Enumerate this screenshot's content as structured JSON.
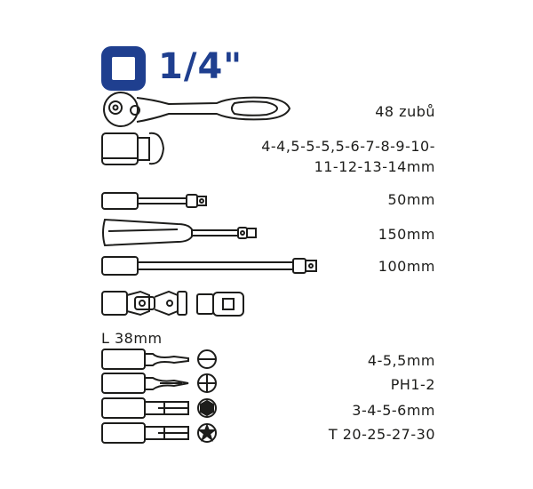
{
  "header": {
    "title": "1/4\"",
    "accent_color": "#1f3f8f"
  },
  "tools": [
    {
      "icon": "ratchet-icon",
      "spec": "48 zubů"
    },
    {
      "icon": "socket-icon",
      "spec_line1": "4-4,5-5-5,5-6-7-8-9-10-",
      "spec_line2": "11-12-13-14mm"
    },
    {
      "icon": "short-extension-icon",
      "spec": "50mm"
    },
    {
      "icon": "screwdriver-handle-icon",
      "spec": "150mm"
    },
    {
      "icon": "long-extension-icon",
      "spec": "100mm"
    },
    {
      "icon": "universal-joint-icon",
      "spec": ""
    }
  ],
  "bits": {
    "length_label": "L 38mm",
    "items": [
      {
        "icon": "slotted-icon",
        "spec": "4-5,5mm"
      },
      {
        "icon": "phillips-icon",
        "spec": "PH1-2"
      },
      {
        "icon": "hex-icon",
        "spec": "3-4-5-6mm"
      },
      {
        "icon": "torx-icon",
        "spec": "T 20-25-27-30"
      }
    ]
  }
}
